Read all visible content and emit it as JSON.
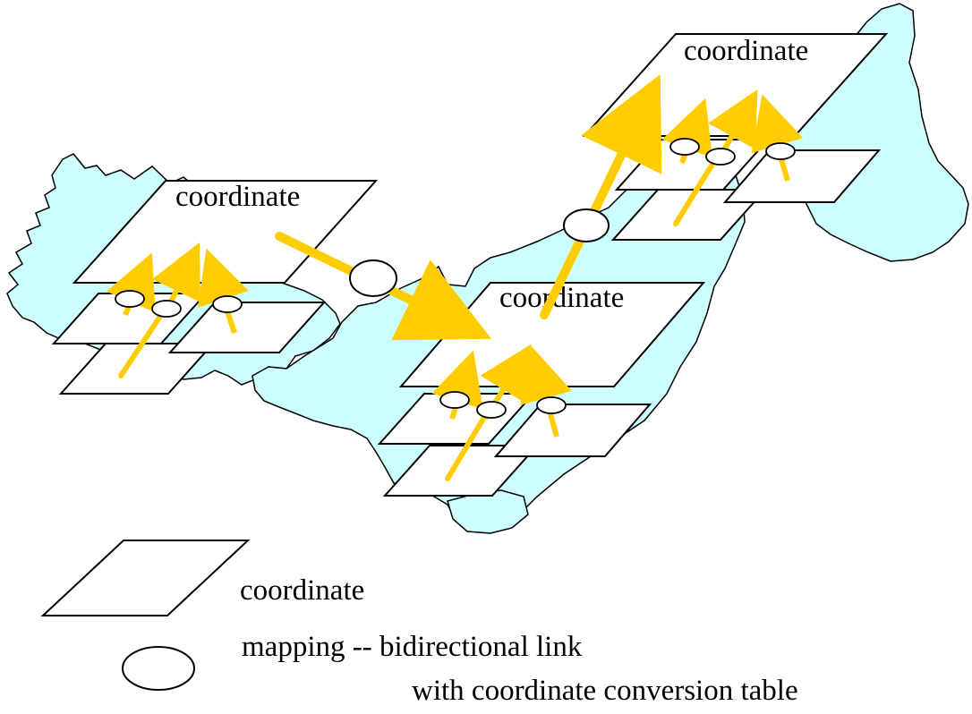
{
  "colors": {
    "land_fill": "#ccffff",
    "land_stroke": "#000000",
    "plane_fill": "#ffffff",
    "plane_stroke": "#000000",
    "arrow": "#ffcc00",
    "ellipse_fill": "#ffffff"
  },
  "regions": {
    "left": {
      "label": "coordinate"
    },
    "center": {
      "label": "coordinate"
    },
    "right": {
      "label": "coordinate"
    }
  },
  "legend": {
    "plane_label": "coordinate",
    "mapping_line1": "mapping -- bidirectional link",
    "mapping_line2": "with coordinate conversion table"
  }
}
